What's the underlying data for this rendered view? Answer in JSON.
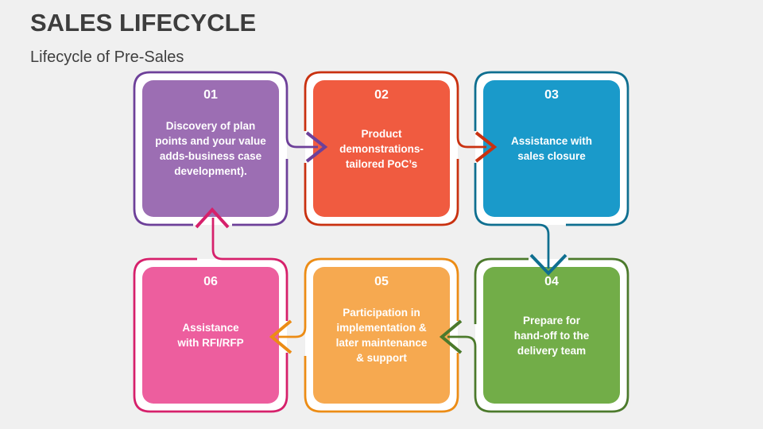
{
  "slide": {
    "title": "SALES LIFECYCLE",
    "subtitle": "Lifecycle of Pre-Sales",
    "background_color": "#f0f0f0",
    "title_color": "#3d3d3d",
    "step_text_color": "#ffffff"
  },
  "steps": [
    {
      "number": "01",
      "lines": [
        "Discovery of plan",
        "points and your value",
        "adds-business case",
        "development)."
      ],
      "fill_color": "#9c6eb3",
      "outline_color": "#6d4099"
    },
    {
      "number": "02",
      "lines": [
        "Product",
        "demonstrations-",
        "tailored PoC’s"
      ],
      "fill_color": "#f05b40",
      "outline_color": "#c93110"
    },
    {
      "number": "03",
      "lines": [
        "Assistance with",
        "sales closure"
      ],
      "fill_color": "#1a9aca",
      "outline_color": "#0f6f90"
    },
    {
      "number": "04",
      "lines": [
        "Prepare for",
        "hand-off to the",
        "delivery team"
      ],
      "fill_color": "#72ad48",
      "outline_color": "#4c7a2c"
    },
    {
      "number": "05",
      "lines": [
        "Participation in",
        "implementation &",
        "later maintenance",
        "& support"
      ],
      "fill_color": "#f6a950",
      "outline_color": "#ec8c15"
    },
    {
      "number": "06",
      "lines": [
        "Assistance",
        "with RFI/RFP"
      ],
      "fill_color": "#ed5e9e",
      "outline_color": "#d6206b"
    }
  ],
  "arrows": [
    {
      "label": "arrow-01-to-02",
      "direction": "right",
      "color": "#6d4099"
    },
    {
      "label": "arrow-02-to-03",
      "direction": "right",
      "color": "#c93110"
    },
    {
      "label": "arrow-03-to-04",
      "direction": "down",
      "color": "#0f6f90"
    },
    {
      "label": "arrow-04-to-05",
      "direction": "left",
      "color": "#4c7a2c"
    },
    {
      "label": "arrow-05-to-06",
      "direction": "left",
      "color": "#ec8c15"
    },
    {
      "label": "arrow-06-to-01",
      "direction": "up",
      "color": "#d6206b"
    }
  ]
}
